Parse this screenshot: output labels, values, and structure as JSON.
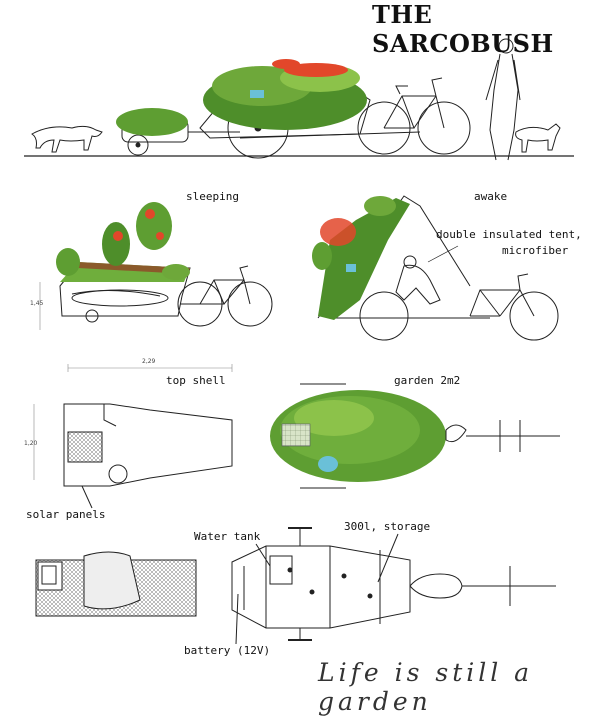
{
  "title": "THE SARCOBUSH",
  "labels": {
    "sleeping": "sleeping",
    "awake": "awake",
    "tent_line1": "double insulated tent,",
    "tent_line2": "microfiber",
    "top_shell": "top shell",
    "garden": "garden 2m2",
    "solar_panels": "solar panels",
    "water_tank": "Water tank",
    "storage": "300l, storage",
    "battery": "battery (12V)"
  },
  "dimensions": {
    "height_side": "1,45",
    "length_top": "2,29",
    "width_top": "1,20"
  },
  "motto": "Life is still a garden",
  "colors": {
    "foliage_dark": "#3f7a22",
    "foliage_mid": "#5e9e32",
    "foliage_light": "#8cc24a",
    "grass": "#6fae3c",
    "flowers": "#e2472a",
    "line": "#222222",
    "water": "#6ac0d8"
  }
}
